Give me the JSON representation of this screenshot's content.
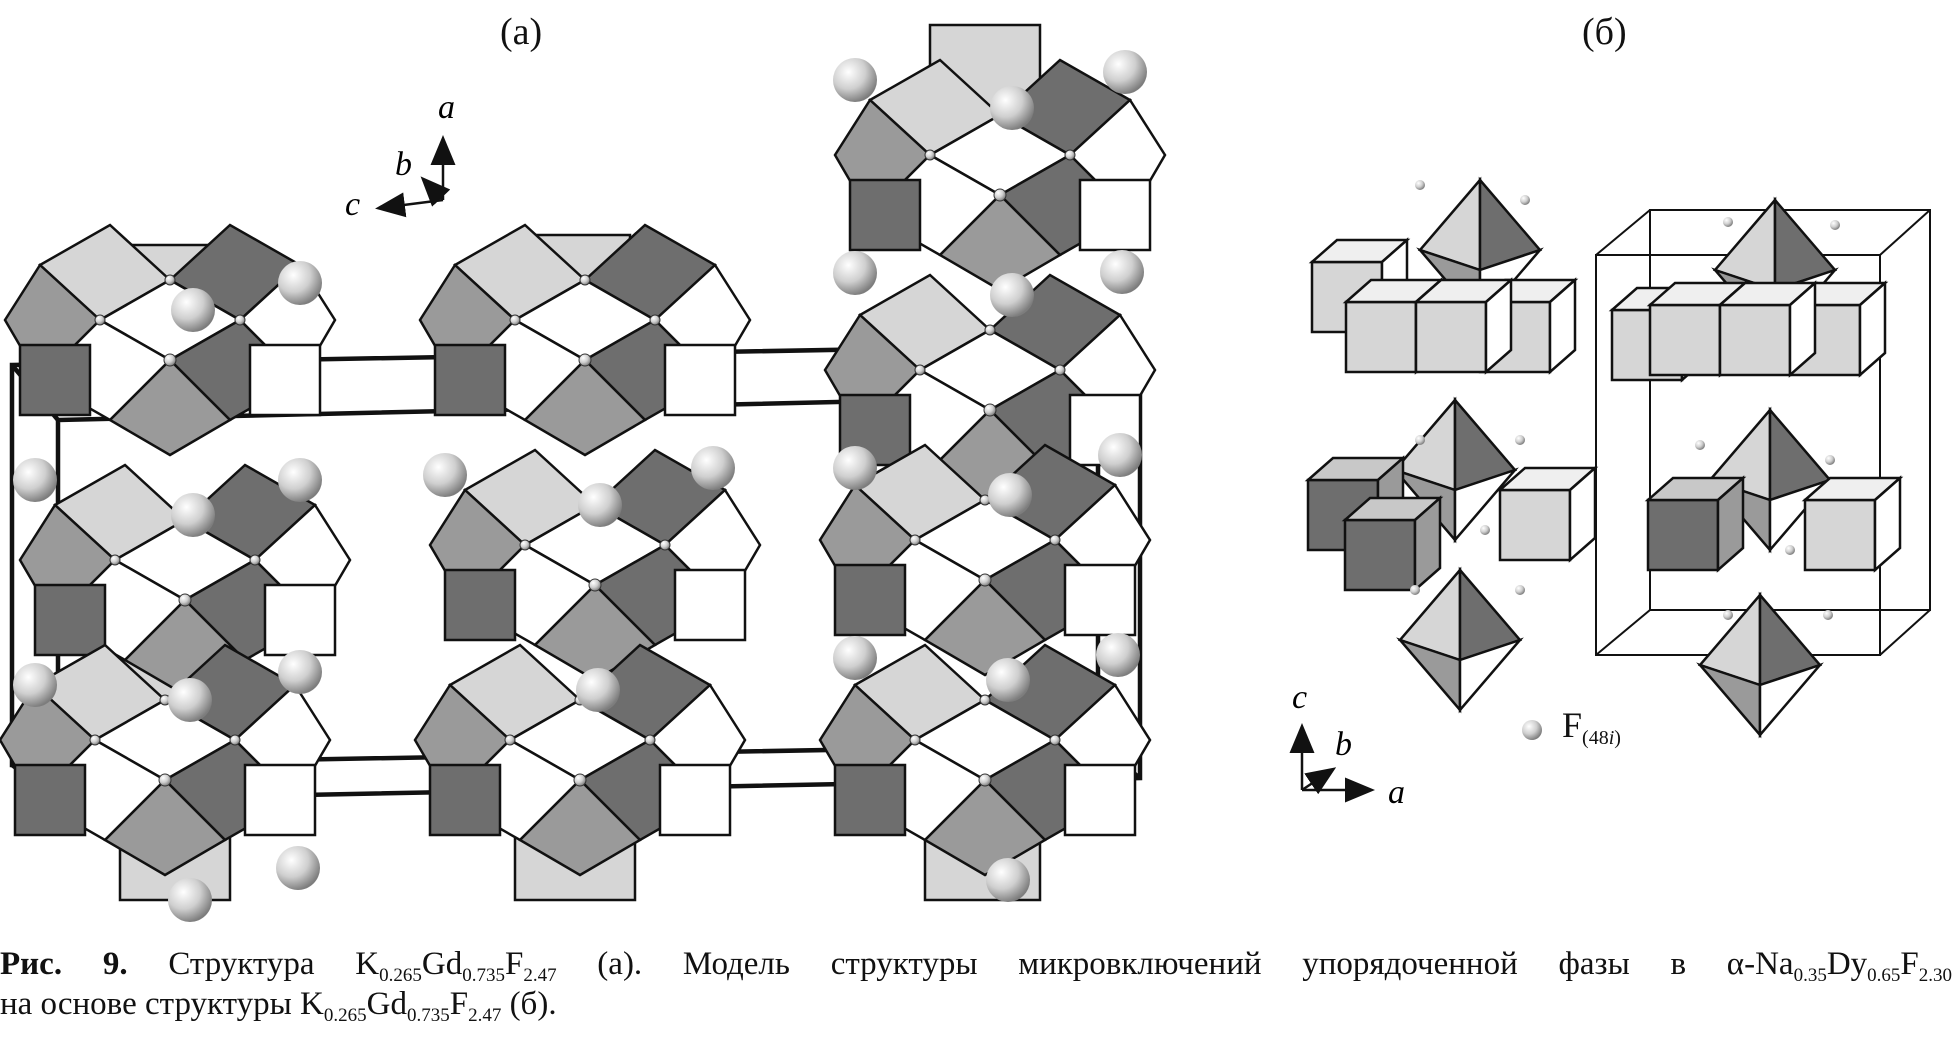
{
  "panels": {
    "a": {
      "label": "(а)"
    },
    "b": {
      "label": "(б)"
    }
  },
  "axes_a": {
    "a": "a",
    "b": "b",
    "c": "c"
  },
  "axes_b": {
    "c": "c",
    "b": "b",
    "a": "a"
  },
  "legend": {
    "symbol": "F",
    "subscript": "(48",
    "subscript_italic": "i",
    "subscript_close": ")"
  },
  "caption": {
    "fig_num": "Рис. 9.",
    "t1": " Структура K",
    "s1": "0.265",
    "t2": "Gd",
    "s2": "0.735",
    "t3": "F",
    "s3": "2.47",
    "t4": " (а). Модель структуры микровключений упорядоченной фазы в α-Na",
    "s4": "0.35",
    "t5": "Dy",
    "s5": "0.65",
    "t6": "F",
    "s6": "2.30",
    "t7": "на основе структуры K",
    "s7": "0.265",
    "t8": "Gd",
    "s8": "0.735",
    "t9": "F",
    "s9": "2.47",
    "t10": " (б)."
  },
  "colors": {
    "dark_face": "#6e6e6e",
    "mid_face": "#9a9a9a",
    "light_face": "#d6d6d6",
    "sphere": "#cfcfcf",
    "edge": "#111111"
  }
}
